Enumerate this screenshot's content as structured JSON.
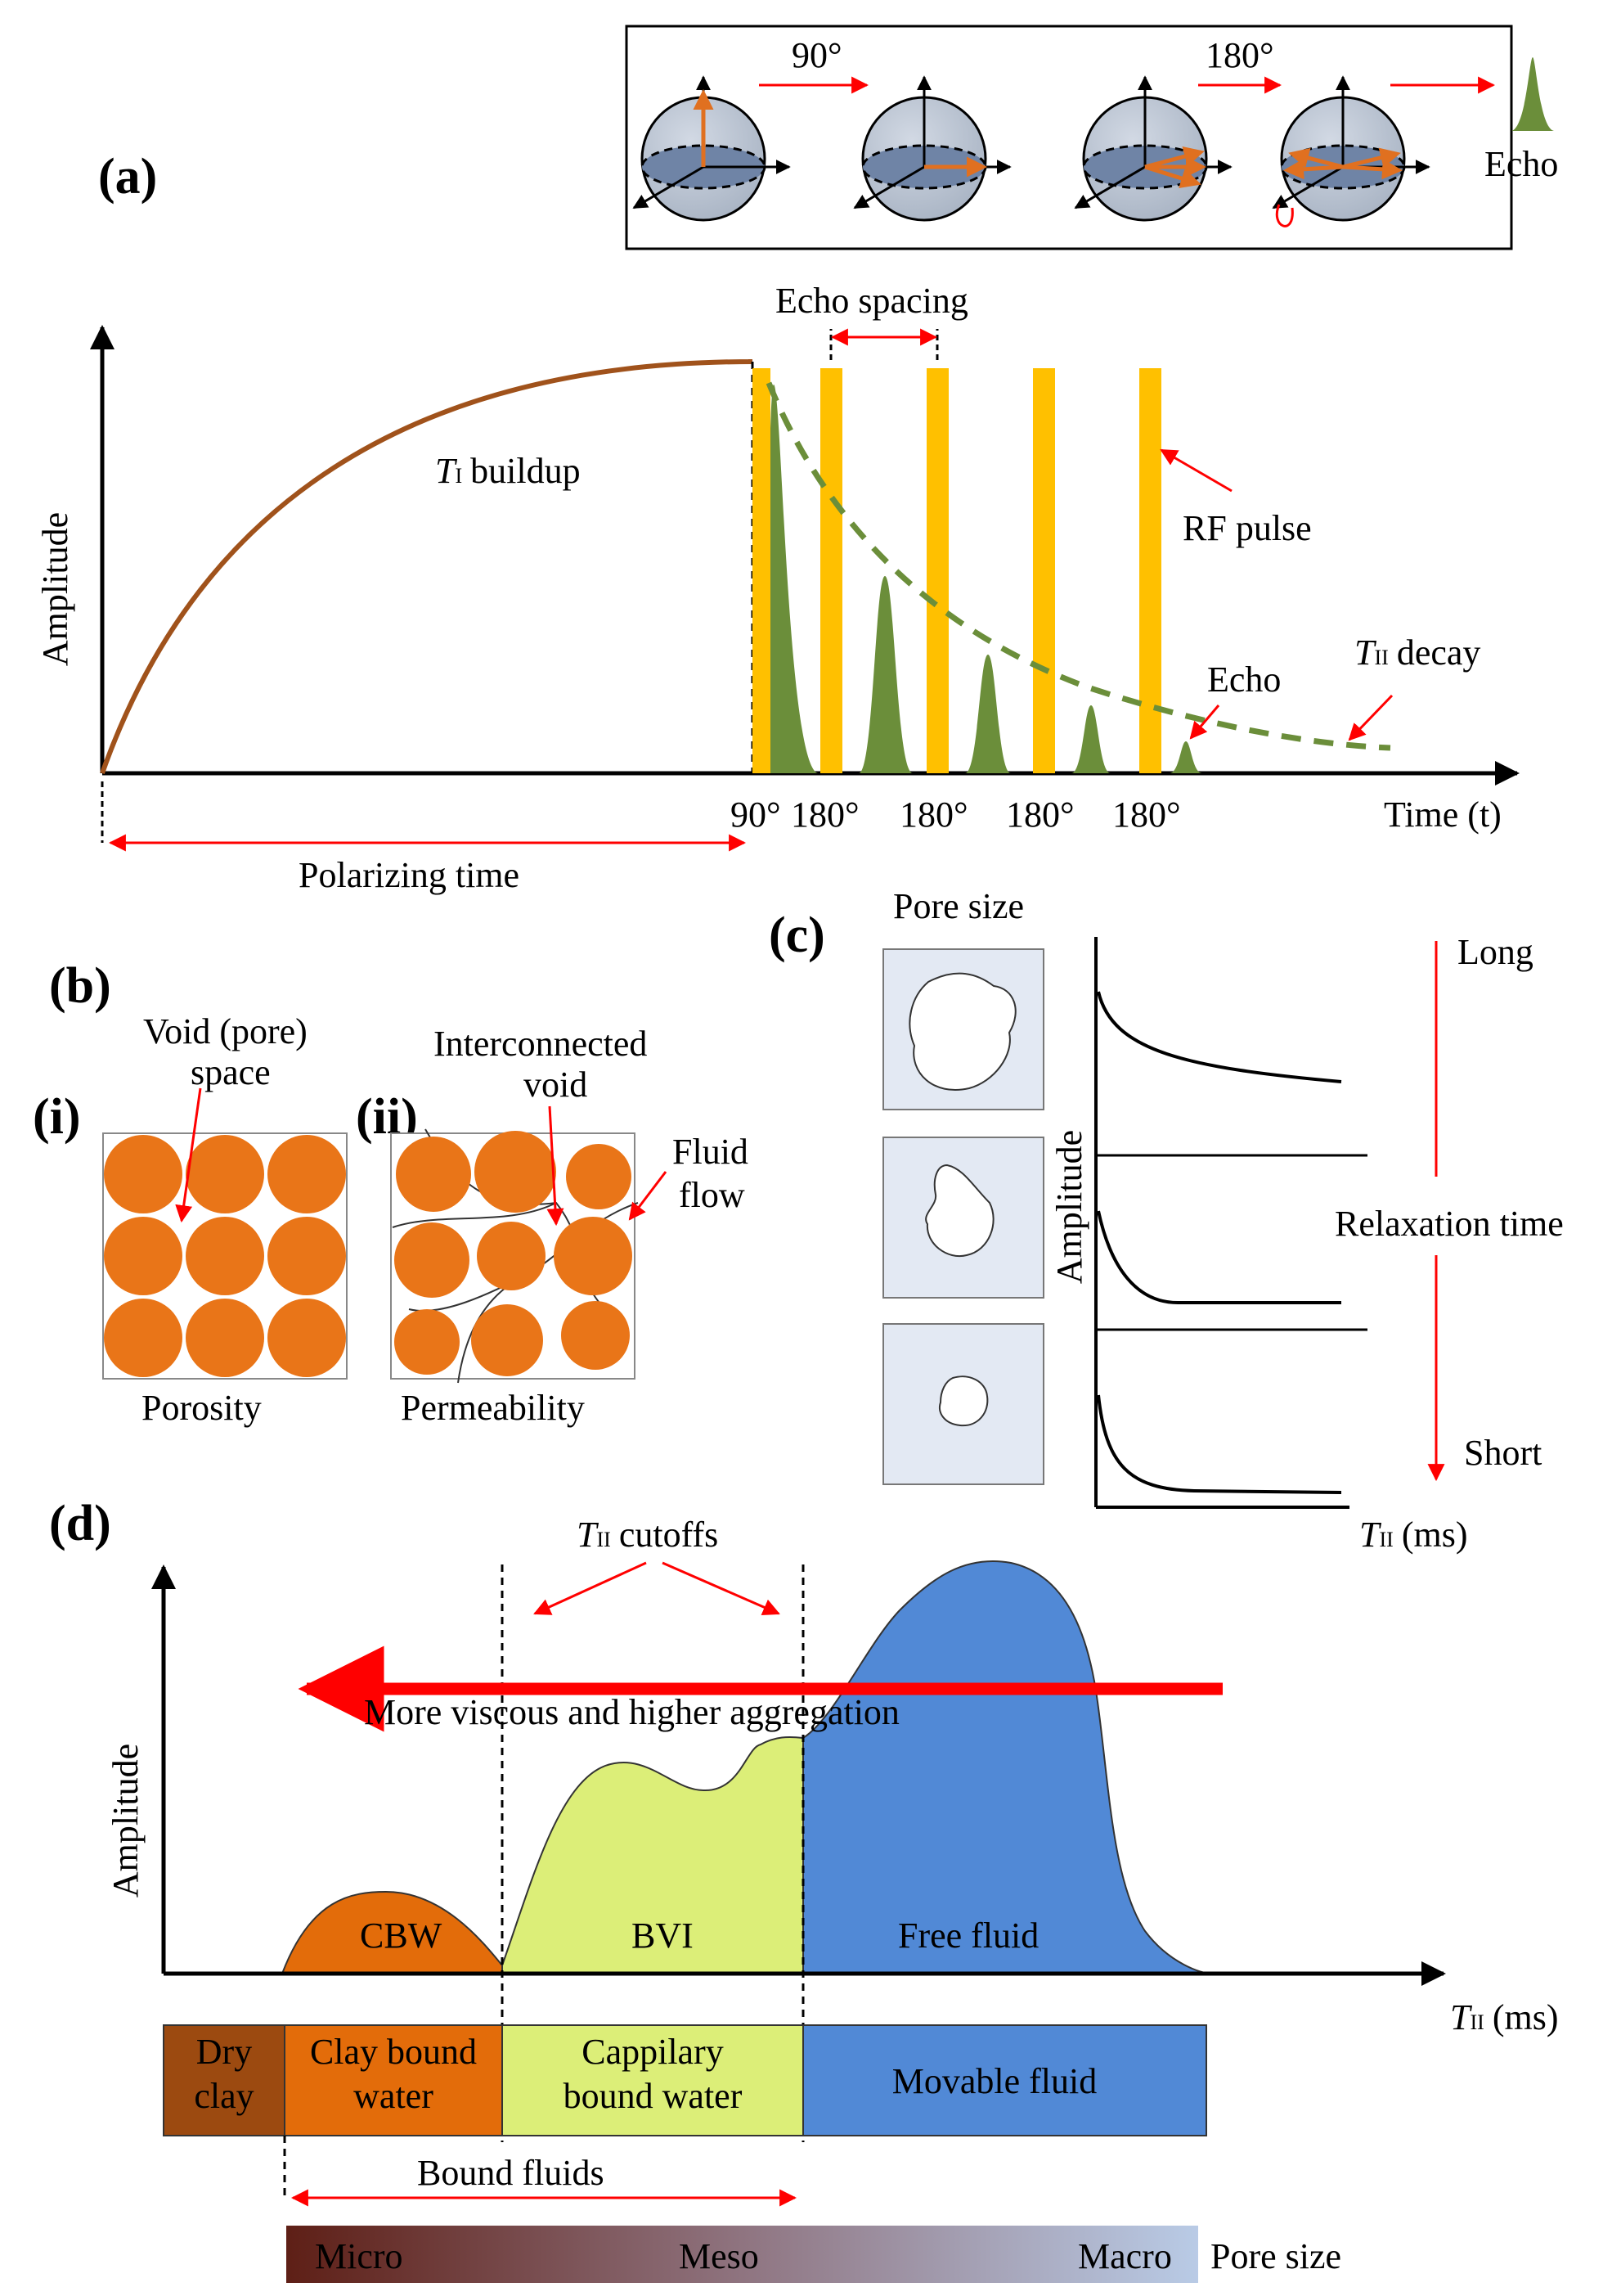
{
  "colors": {
    "buildup": "#a0521b",
    "pulse": "#ffc000",
    "echo": "#6b8e3a",
    "decay": "#6b8e3a",
    "arrow_red": "#ff0000",
    "spin": "#e07020",
    "grain": "#e97518",
    "pore_bg": "#e3e9f3",
    "cbw": "#e36c0a",
    "bvi": "#dcee78",
    "free": "#5189d6",
    "dry_clay": "#9c4a10",
    "pore_grad_start": "#5e1f16",
    "pore_grad_end": "#b9cbe6"
  },
  "panel_a": {
    "label": "(a)",
    "flip_90": "90°",
    "flip_180": "180°",
    "echo_icon_label": "Echo",
    "ylabel": "Amplitude",
    "buildup_T": "T",
    "buildup_sub": "I",
    "buildup_text": "buildup",
    "echo_spacing": "Echo spacing",
    "rf_pulse": "RF pulse",
    "echo": "Echo",
    "decay_T": "T",
    "decay_sub": "II",
    "decay_text": "decay",
    "xlabel": "Time (t)",
    "pulse_90": "90°",
    "pulse_180_1": "180°",
    "pulse_180_2": "180°",
    "pulse_180_3": "180°",
    "pulse_180_4": "180°",
    "polarizing": "Polarizing time"
  },
  "panel_b": {
    "label": "(b)",
    "i": "(i)",
    "ii": "(ii)",
    "void_1": "Void (pore)",
    "void_2": "space",
    "inter_1": "Interconnected",
    "inter_2": "void",
    "fluid_1": "Fluid",
    "fluid_2": "flow",
    "porosity": "Porosity",
    "permeability": "Permeability"
  },
  "panel_c": {
    "label": "(c)",
    "pore_size": "Pore size",
    "ylabel": "Amplitude",
    "long": "Long",
    "relaxation": "Relaxation time",
    "short": "Short",
    "x_T": "T",
    "x_sub": "II",
    "x_unit": "(ms)"
  },
  "panel_d": {
    "label": "(d)",
    "cutoffs_T": "T",
    "cutoffs_sub": "II",
    "cutoffs_text": "cutoffs",
    "viscous": "More viscous and higher aggregation",
    "ylabel": "Amplitude",
    "cbw": "CBW",
    "bvi": "BVI",
    "free": "Free fluid",
    "x_T": "T",
    "x_sub": "II",
    "x_unit": "(ms)",
    "dry_1": "Dry",
    "dry_2": "clay",
    "clay_1": "Clay bound",
    "clay_2": "water",
    "cap_1": "Cappilary",
    "cap_2": "bound water",
    "movable": "Movable fluid",
    "bound_fluids": "Bound fluids",
    "micro": "Micro",
    "meso": "Meso",
    "macro": "Macro",
    "pore_size": "Pore size"
  }
}
